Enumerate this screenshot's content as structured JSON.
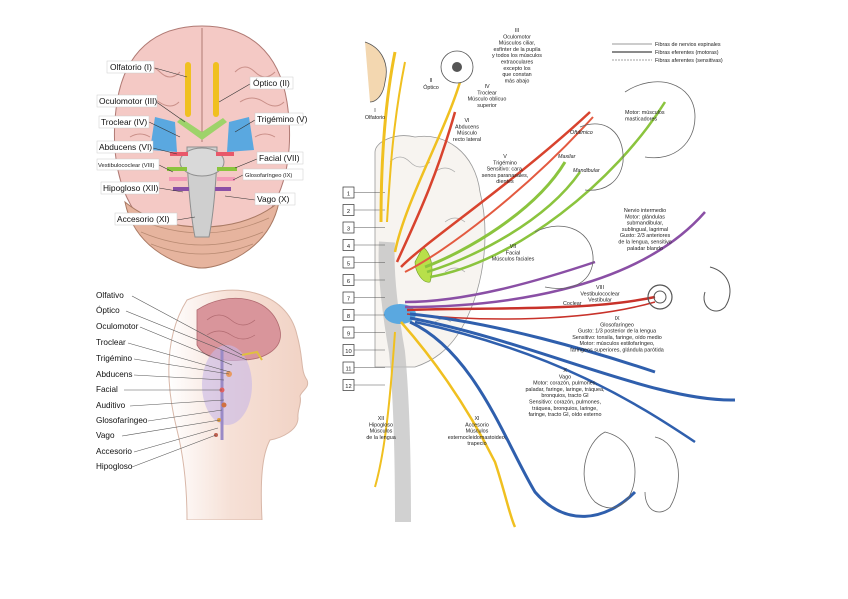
{
  "panel_brain": {
    "labels": [
      "Olfatorio (I)",
      "Óptico (II)",
      "Oculomotor (III)",
      "Troclear (IV)",
      "Trigémino (V)",
      "Abducens (VI)",
      "Facial (VII)",
      "Vestibulococlear (VIII)",
      "Glosofaríngeo (IX)",
      "Hipogloso (XII)",
      "Vago (X)",
      "Accesorio (XI)"
    ]
  },
  "panel_head": {
    "labels": [
      "Olfativo",
      "Óptico",
      "Oculomotor",
      "Troclear",
      "Trigémino",
      "Abducens",
      "Facial",
      "Auditivo",
      "Glosofaríngeo",
      "Vago",
      "Accesorio",
      "Hipogloso"
    ]
  },
  "panel_map": {
    "legend": [
      "Fibras de nervios espinales",
      "Fibras eferentes (motoras)",
      "Fibras aferentes (sensitivas)"
    ],
    "numbers": [
      "1",
      "2",
      "3",
      "4",
      "5",
      "6",
      "7",
      "8",
      "9",
      "10",
      "11",
      "12"
    ],
    "olfatorio": [
      "I",
      "Olfatorio"
    ],
    "optico": [
      "II",
      "Óptico"
    ],
    "oculomotor": [
      "III",
      "Oculomotor",
      "Músculos ciliar,",
      "esfínter de la pupila",
      "y todos los músculos",
      "extraoculares",
      "excepto los",
      "que constan",
      "más abajo"
    ],
    "troclear": [
      "IV",
      "Troclear",
      "Músculo oblicuo",
      "superior"
    ],
    "abducens": [
      "VI",
      "Abducens",
      "Músculo",
      "recto lateral"
    ],
    "trigemino": [
      "V",
      "Trigémino",
      "Sensitivo: cara,",
      "senos paranasales,",
      "dientes"
    ],
    "motor_masticadores": [
      "Motor: músculos",
      "masticadores"
    ],
    "face_branches": [
      "Oftálmico",
      "Maxilar",
      "Mandibular"
    ],
    "facial": [
      "VII",
      "Facial",
      "Músculos faciales"
    ],
    "nervio_intermedio": [
      "Nervio intermedio",
      "Motor: glándulas",
      "submandibular,",
      "sublingual, lagrimal",
      "Gusto: 2/3 anteriores",
      "de la lengua, sensitivo",
      "paladar blando"
    ],
    "vestibulococlear": [
      "VIII",
      "Vestibulococlear",
      "Vestibular"
    ],
    "coclear": "Coclear",
    "glosofaringeo": [
      "IX",
      "Glosofaríngeo",
      "Gusto: 1/3 posterior de la lengua",
      "Sensitivo: tonsila, faringe, oído medio",
      "Motor: músculos estilofaríngeo,",
      "faríngeos superiores, glándula parótida"
    ],
    "vago": [
      "X",
      "Vago",
      "Motor: corazón, pulmones,",
      "paladar, faringe, laringe, tráquea,",
      "bronquios, tracto GI",
      "Sensitivo: corazón, pulmones,",
      "tráquea, bronquios, laringe,",
      "faringe, tracto GI, oído externo"
    ],
    "hipogloso": [
      "XII",
      "Hipogloso",
      "Músculos",
      "de la lengua"
    ],
    "accesorio": [
      "XI",
      "Accesorio",
      "Músculos",
      "esternocleidomastoideo,",
      "trapecio"
    ]
  },
  "colors": {
    "yellow": "#f0c020",
    "red": "#d8432e",
    "green": "#8bc43e",
    "purple": "#8a4fa5",
    "blue": "#2f5fad",
    "brain": "#f4c9c5",
    "cerebellum": "#e6b49e",
    "cyan": "#5aa8e0",
    "stem": "#cfcfcf"
  }
}
